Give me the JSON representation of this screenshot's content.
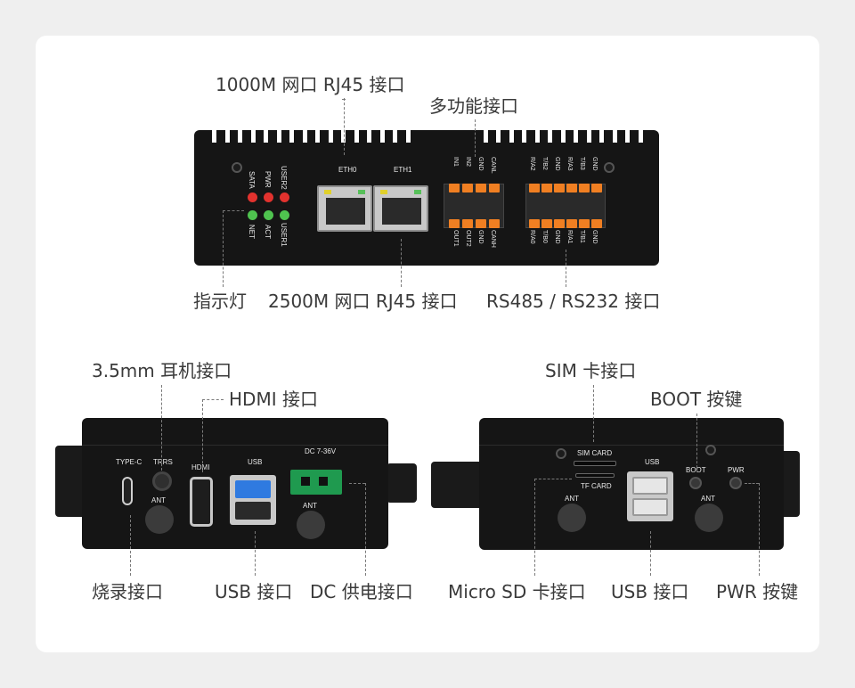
{
  "labels": {
    "rj45_1000": "1000M 网口 RJ45 接口",
    "multi": "多功能接口",
    "indicator": "指示灯",
    "rj45_2500": "2500M 网口 RJ45 接口",
    "rs485": "RS485 / RS232 接口",
    "audio": "3.5mm 耳机接口",
    "hdmi": "HDMI 接口",
    "sim": "SIM 卡接口",
    "boot": "BOOT 按键",
    "burn": "烧录接口",
    "usb_left": "USB 接口",
    "dc": "DC 供电接口",
    "microsd": "Micro SD 卡接口",
    "usb_right": "USB 接口",
    "pwr": "PWR 按键"
  },
  "silkscreen": {
    "sata": "SATA",
    "pwr_led": "PWR",
    "user2": "USER2",
    "net": "NET",
    "act": "ACT",
    "user1": "USER1",
    "eth0": "ETH0",
    "eth1": "ETH1",
    "multi_top": [
      "IN1",
      "IN2",
      "GND",
      "CANL"
    ],
    "multi_bottom": [
      "OUT1",
      "OUT2",
      "GND",
      "CANH"
    ],
    "rs_top": [
      "R/A2",
      "T/B2",
      "GND",
      "R/A3",
      "T/B3",
      "GND"
    ],
    "rs_bottom": [
      "R/A0",
      "T/B0",
      "GND",
      "R/A1",
      "T/B1",
      "GND"
    ],
    "typec": "TYPE-C",
    "trrs": "TRRS",
    "hdmi": "HDMI",
    "usb": "USB",
    "dc_range": "DC 7-36V",
    "ant": "ANT",
    "sim_card": "SIM CARD",
    "tf_card": "TF CARD",
    "boot": "BOOT",
    "pwr": "PWR"
  },
  "colors": {
    "red_led": "#e2322e",
    "green_led": "#4fc34f",
    "terminal": "#f07f22",
    "usb3": "#2f7ae0",
    "dc_terminal": "#1f9a4f"
  }
}
